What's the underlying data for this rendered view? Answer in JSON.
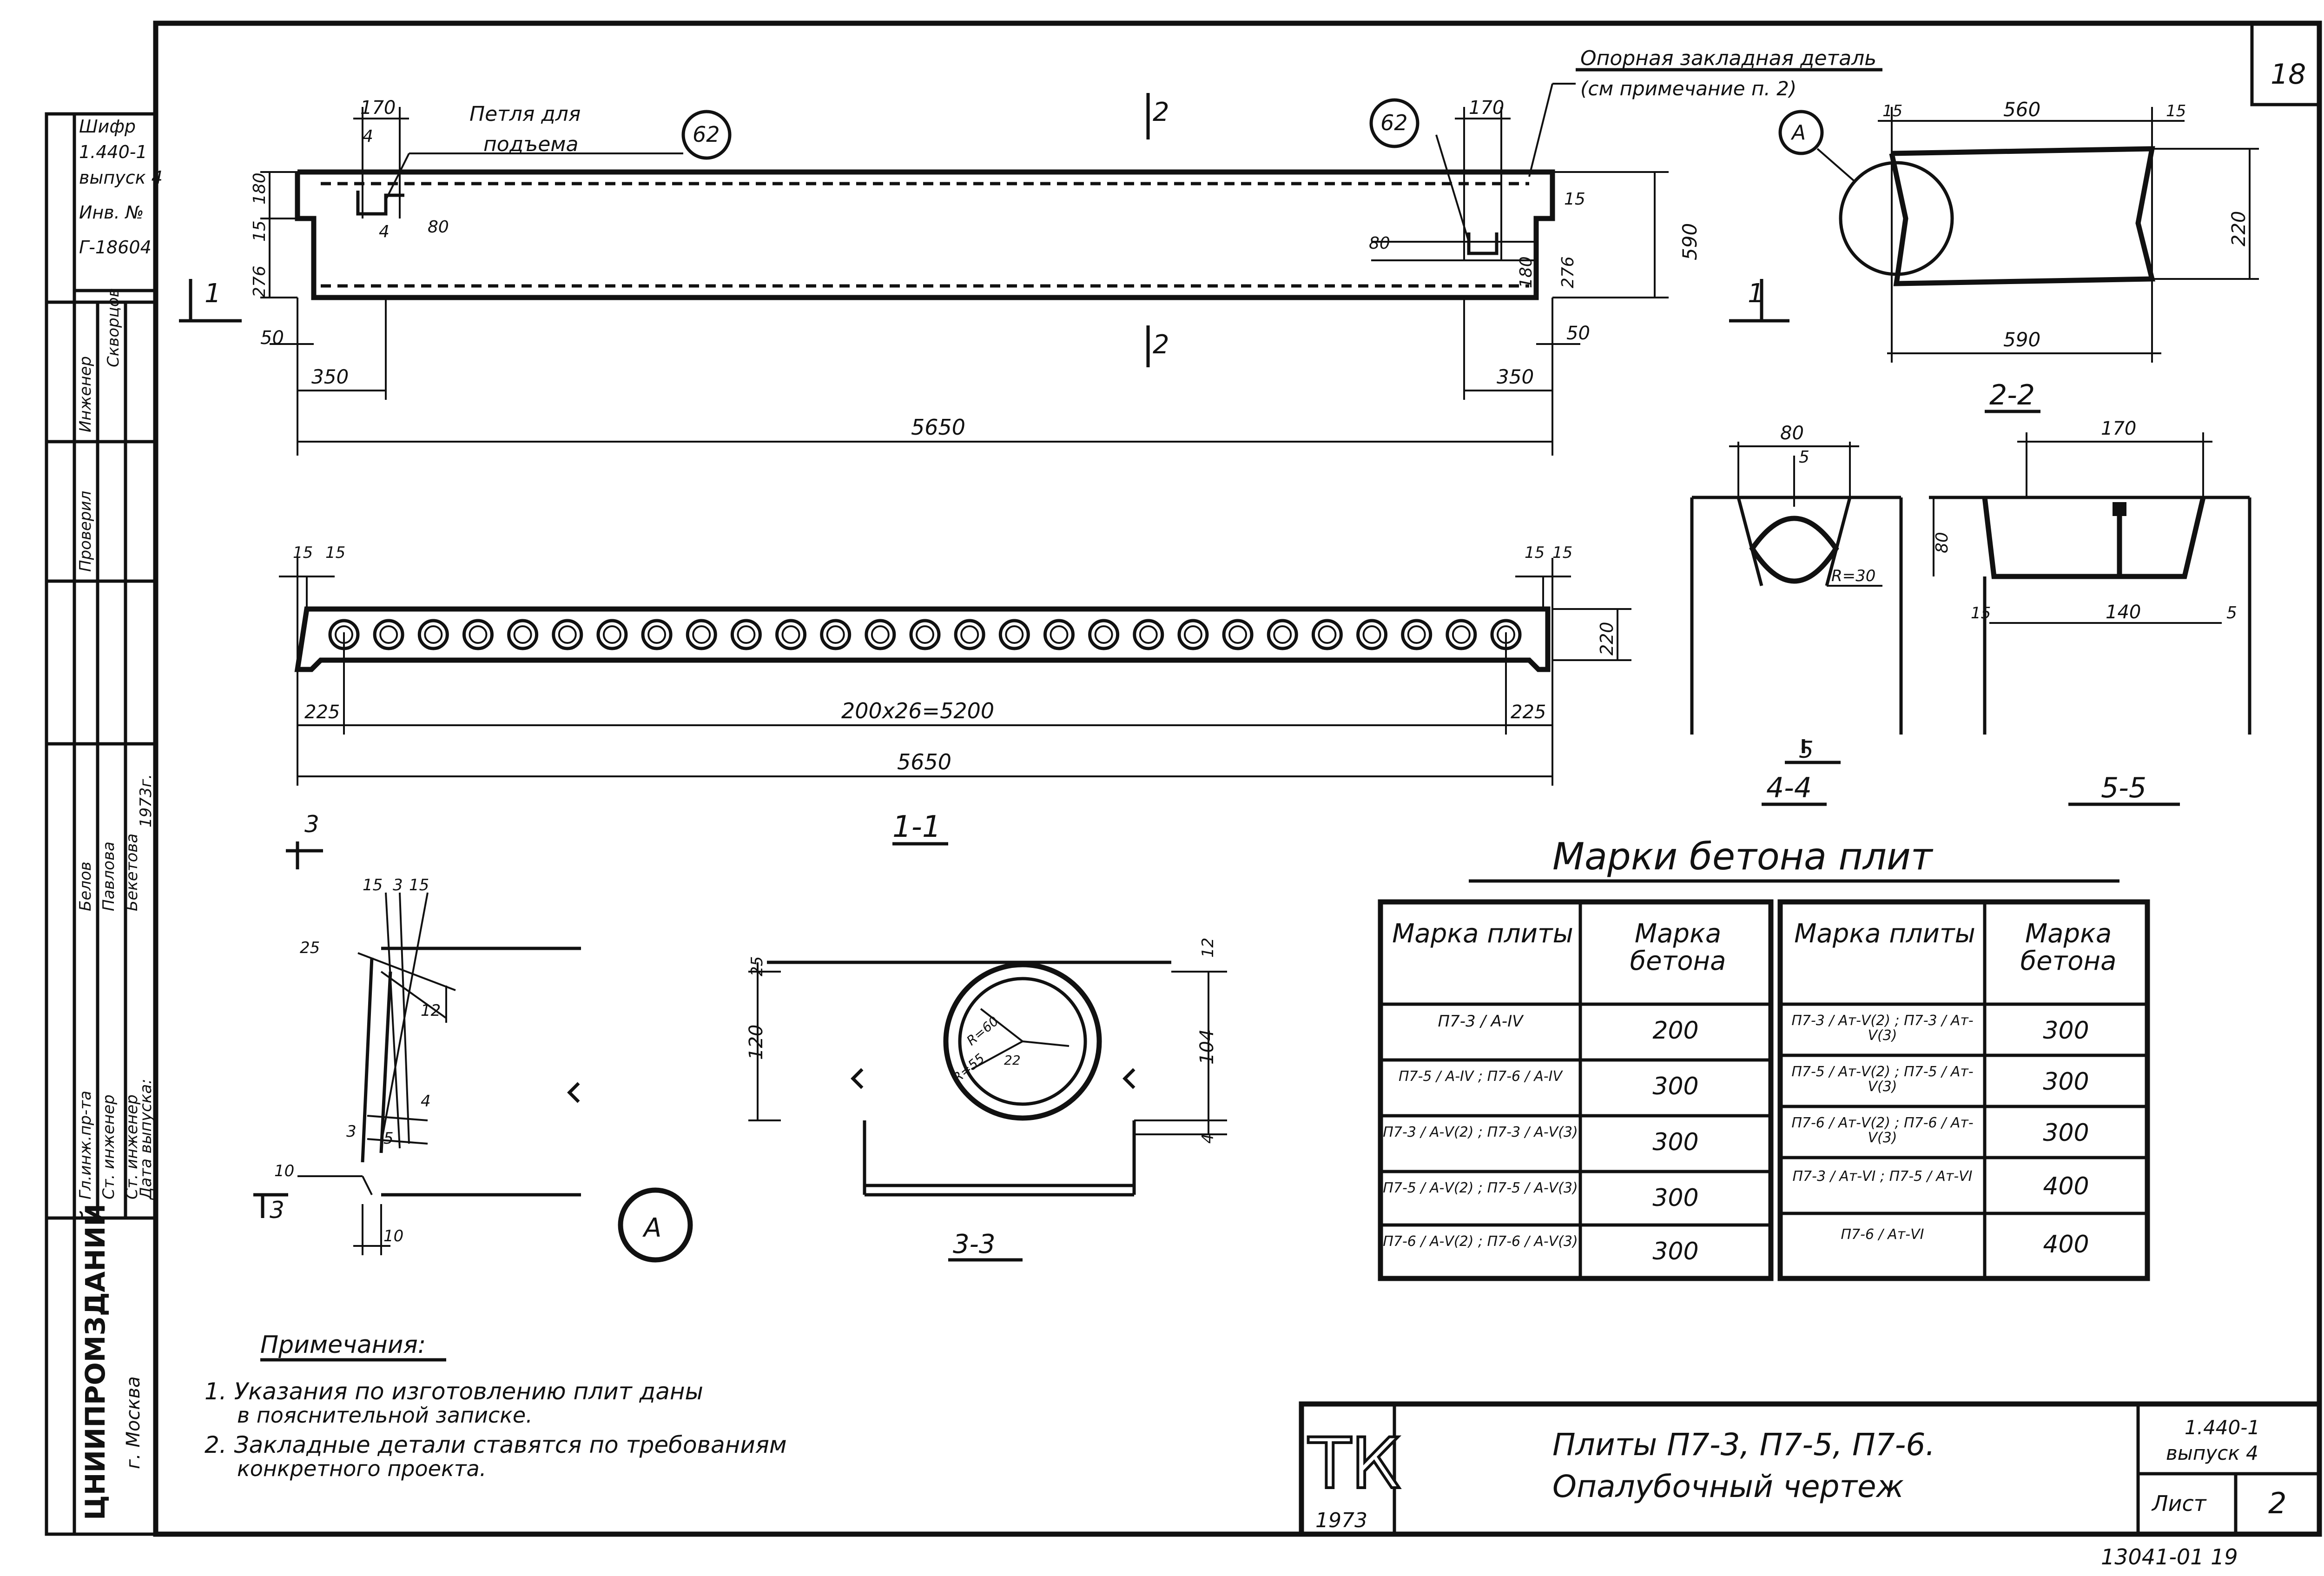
{
  "sheet_number": "18",
  "sidebar": {
    "cipher_label": "Шифр",
    "series": "1.440-1",
    "issue": "выпуск 4",
    "inventory_label": "Инв. №",
    "inventory_no": "Г-18604",
    "roles": [
      "Гл.инж.пр-та",
      "Ст. инженер",
      "Ст. инженер",
      "Дата выпуска:"
    ],
    "roles_top": [
      "Инженер",
      "Проверил"
    ],
    "names": [
      "Белов",
      "Павлова",
      "Бекетова",
      "1973г."
    ],
    "names_top": [
      "Скворцов"
    ],
    "org": "ЦНИИПРОМЗДАНИЙ",
    "city": "г. Москва"
  },
  "elevation": {
    "loop_label_1": "Петля для",
    "loop_label_2": "подъема",
    "bubble": "62",
    "support_label_1": "Опорная закладная деталь",
    "support_label_2": "(см примечание п. 2)",
    "dims": {
      "d170": "170",
      "d180": "180",
      "d15": "15",
      "d4": "4",
      "d80": "80",
      "d276": "276",
      "d590": "590",
      "d50": "50",
      "d350": "350",
      "d5650": "5650",
      "d180r": "180"
    },
    "section_mark_1": "1",
    "section_mark_2": "2"
  },
  "section_1_1": {
    "title": "1-1",
    "d15": "15",
    "d220": "220",
    "d225": "225",
    "spacing": "200x26=5200",
    "total": "5650"
  },
  "section_2_2": {
    "title": "2-2",
    "d15": "15",
    "d560": "560",
    "d220": "220",
    "d590": "590",
    "callout": "А"
  },
  "section_4_4": {
    "title": "4-4",
    "d80": "80",
    "d5": "5",
    "radius": "R=30",
    "mark": "5"
  },
  "section_5_5": {
    "title": "5-5",
    "d170": "170",
    "d80": "80",
    "d15": "15",
    "d140": "140",
    "d5": "5"
  },
  "detail_a": {
    "callout": "А",
    "d15a": "15",
    "d3": "3",
    "d15b": "15",
    "d25": "25",
    "d12": "12",
    "d4": "4",
    "d3b": "3",
    "d5": "5",
    "d10": "10",
    "d10b": "10",
    "mark": "3"
  },
  "section_3_3": {
    "title": "3-3",
    "d25": "25",
    "d12": "12",
    "d120": "120",
    "d104": "104",
    "d4": "4",
    "r60": "R=60",
    "r55": "R=55",
    "d22": "22"
  },
  "concrete_table": {
    "title": "Марки бетона плит",
    "headers": [
      "Марка плиты",
      "Марка бетона",
      "Марка плиты",
      "Марка бетона"
    ],
    "left_rows": [
      {
        "slab": "П7-3 / А-IV",
        "grade": "200"
      },
      {
        "slab": "П7-5 / А-IV ; П7-6 / А-IV",
        "grade": "300"
      },
      {
        "slab": "П7-3 / А-V(2) ; П7-3 / А-V(3)",
        "grade": "300"
      },
      {
        "slab": "П7-5 / А-V(2) ; П7-5 / А-V(3)",
        "grade": "300"
      },
      {
        "slab": "П7-6 / А-V(2) ; П7-6 / А-V(3)",
        "grade": "300"
      }
    ],
    "right_rows": [
      {
        "slab": "П7-3 / Ат-V(2) ; П7-3 / Ат-V(3)",
        "grade": "300"
      },
      {
        "slab": "П7-5 / Ат-V(2) ; П7-5 / Ат-V(3)",
        "grade": "300"
      },
      {
        "slab": "П7-6 / Ат-V(2) ; П7-6 / Ат-V(3)",
        "grade": "300"
      },
      {
        "slab": "П7-3 / Ат-VI ; П7-5 / Ат-VI",
        "grade": "400"
      },
      {
        "slab": "П7-6 / Ат-VI",
        "grade": "400"
      }
    ]
  },
  "notes": {
    "heading": "Примечания:",
    "items": [
      "1. Указания по изготовлению плит даны",
      "в пояснительной записке.",
      "2. Закладные детали ставятся по требованиям",
      "конкретного проекта."
    ]
  },
  "title_block": {
    "stamp": "ТК",
    "stamp_year": "1973",
    "title_line1": "Плиты П7-3, П7-5, П7-6.",
    "title_line2": "Опалубочный чертеж",
    "series": "1.440-1",
    "issue": "выпуск 4",
    "sheet_label": "Лист",
    "sheet_no": "2",
    "archive_no": "13041-01 19"
  }
}
